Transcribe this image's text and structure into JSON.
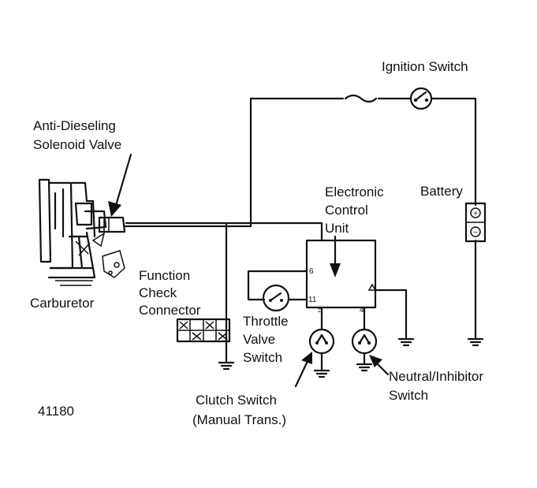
{
  "labels": {
    "anti_dieseling_line1": "Anti-Dieseling",
    "anti_dieseling_line2": "Solenoid Valve",
    "ignition_switch": "Ignition Switch",
    "battery": "Battery",
    "ecu_line1": "Electronic",
    "ecu_line2": "Control",
    "ecu_line3": "Unit",
    "function_check_line1": "Function",
    "function_check_line2": "Check",
    "function_check_line3": "Connector",
    "carburetor": "Carburetor",
    "throttle_line1": "Throttle",
    "throttle_line2": "Valve",
    "throttle_line3": "Switch",
    "clutch_line1": "Clutch Switch",
    "clutch_line2": "(Manual Trans.)",
    "neutral_line1": "Neutral/Inhibitor",
    "neutral_line2": "Switch",
    "figure_number": "41180"
  },
  "ecu_pins": {
    "pin_6": "6",
    "pin_11": "11",
    "pin_5": "5",
    "pin_4": "4"
  },
  "battery_symbols": {
    "positive": "+",
    "negative": "−"
  },
  "colors": {
    "ink": "#111111",
    "background": "#ffffff"
  }
}
